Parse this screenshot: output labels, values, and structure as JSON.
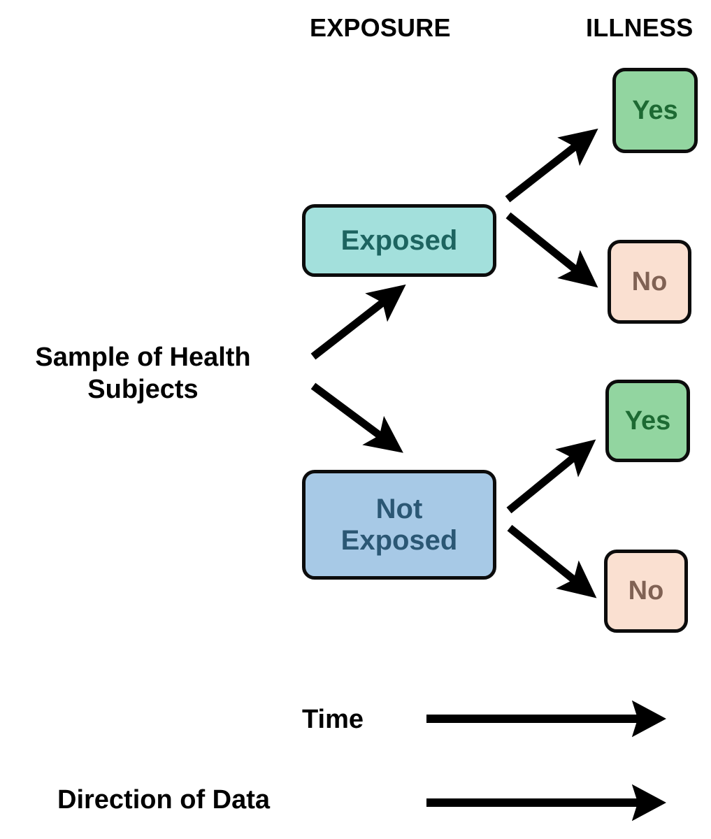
{
  "diagram": {
    "type": "cohort-study-flow",
    "headers": {
      "exposure": "EXPOSURE",
      "illness": "ILLNESS"
    },
    "source": {
      "line1": "Sample of Health",
      "line2": "Subjects"
    },
    "exposure_nodes": [
      {
        "id": "exposed",
        "label": "Exposed",
        "fill": "#a3e0dc",
        "text_color": "#1d6460"
      },
      {
        "id": "not-exposed",
        "label_line1": "Not",
        "label_line2": "Exposed",
        "fill": "#a7c9e6",
        "text_color": "#2b5774"
      }
    ],
    "illness_nodes": [
      {
        "id": "exposed-yes",
        "label": "Yes",
        "fill": "#92d5a0",
        "text_color": "#1d6a33"
      },
      {
        "id": "exposed-no",
        "label": "No",
        "fill": "#fae0d1",
        "text_color": "#806254"
      },
      {
        "id": "not-exposed-yes",
        "label": "Yes",
        "fill": "#92d5a0",
        "text_color": "#1d6a33"
      },
      {
        "id": "not-exposed-no",
        "label": "No",
        "fill": "#fae0d1",
        "text_color": "#806254"
      }
    ],
    "legend": [
      {
        "id": "time",
        "label": "Time",
        "arrow": "right-arrow"
      },
      {
        "id": "direction-of-data",
        "label": "Direction of Data",
        "arrow": "right-arrow"
      }
    ],
    "arrow_color": "#000000",
    "border_color": "#0c0c0c",
    "background": "#ffffff"
  }
}
